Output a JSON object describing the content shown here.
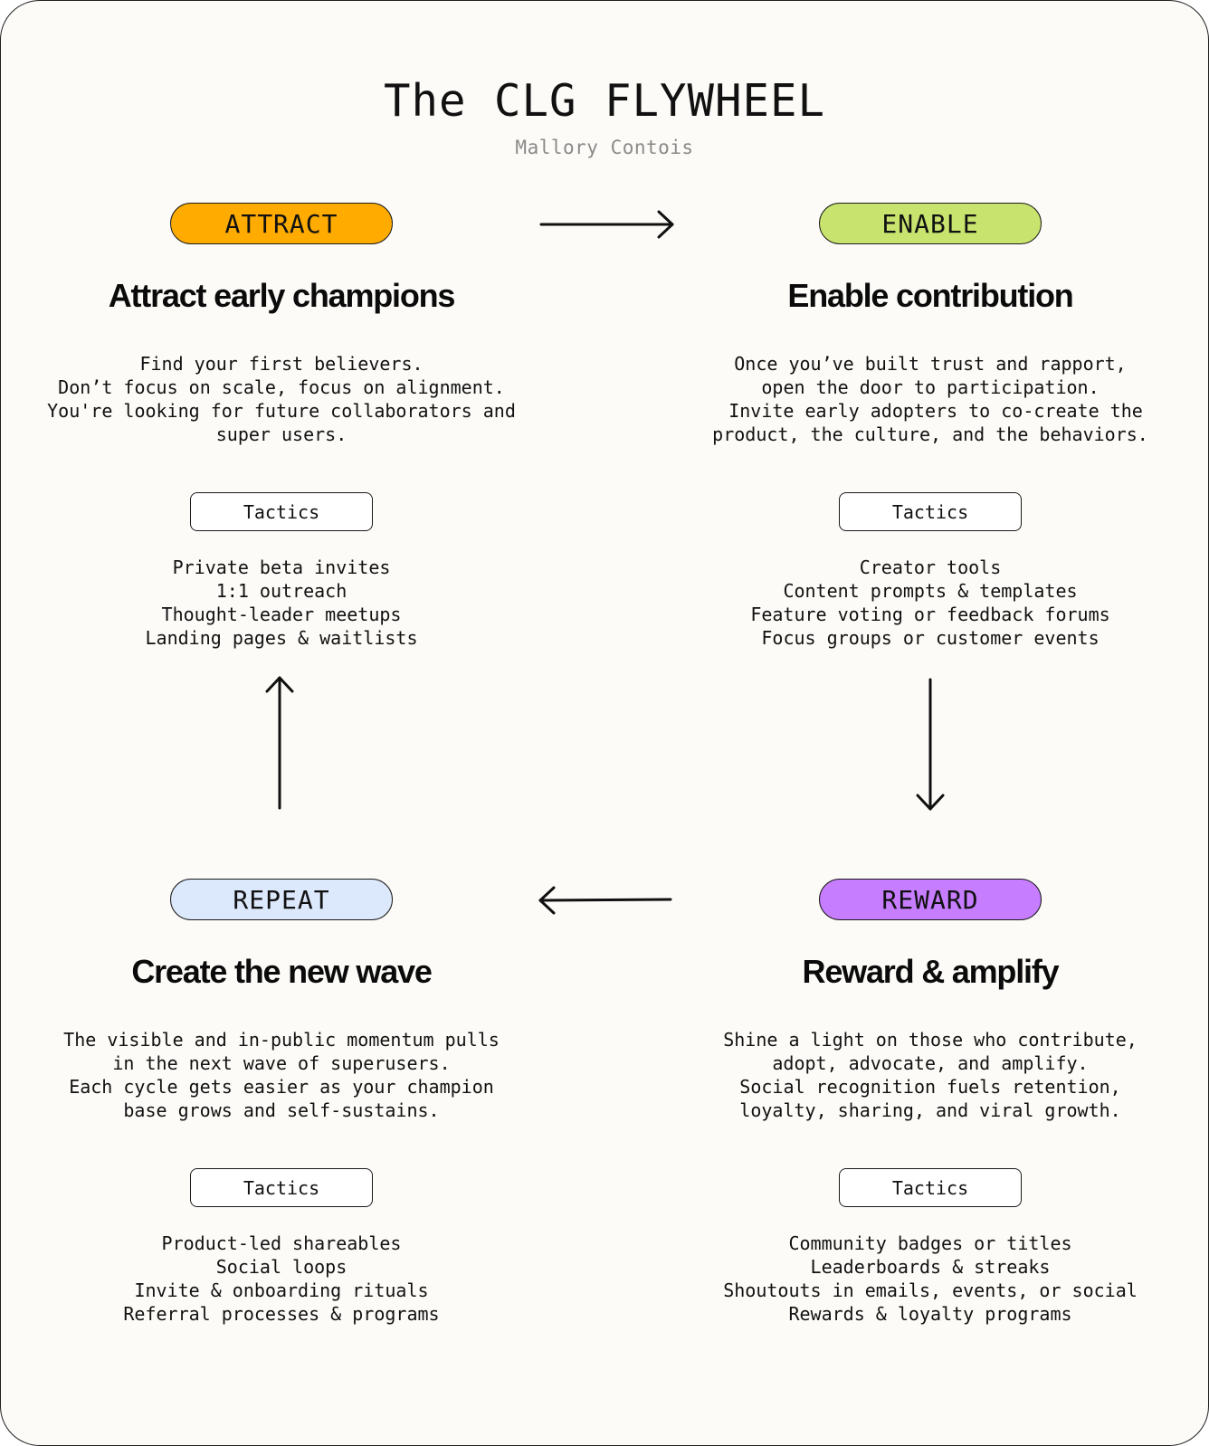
{
  "header": {
    "title": "The CLG FLYWHEEL",
    "author": "Mallory Contois"
  },
  "colors": {
    "attract": "#ffab00",
    "enable": "#c8e46e",
    "repeat": "#dce8fb",
    "reward": "#c77dff"
  },
  "stages": {
    "attract": {
      "pill": "ATTRACT",
      "heading": "Attract early champions",
      "description": "Find your first believers.\nDon’t focus on scale, focus on alignment.\nYou're looking for future collaborators and\nsuper users.",
      "tactics_label": "Tactics",
      "tactics": [
        "Private beta invites",
        "1:1 outreach",
        "Thought-leader meetups",
        "Landing pages & waitlists"
      ]
    },
    "enable": {
      "pill": "ENABLE",
      "heading": "Enable contribution",
      "description": "Once you’ve built trust and rapport,\nopen the door to participation.\n Invite early adopters to co-create the\nproduct, the culture, and the behaviors.",
      "tactics_label": "Tactics",
      "tactics": [
        "Creator tools",
        "Content prompts & templates",
        "Feature voting or feedback forums",
        "Focus groups or customer events"
      ]
    },
    "repeat": {
      "pill": "REPEAT",
      "heading": "Create the new wave",
      "description": "The visible and in-public momentum pulls\nin the next wave of superusers.\nEach cycle gets easier as your champion\nbase grows and self-sustains.",
      "tactics_label": "Tactics",
      "tactics": [
        "Product-led shareables",
        "Social loops",
        "Invite & onboarding rituals",
        "Referral processes & programs"
      ]
    },
    "reward": {
      "pill": "REWARD",
      "heading": "Reward & amplify",
      "description": "Shine a light on those who contribute,\nadopt, advocate, and amplify.\nSocial recognition fuels retention,\nloyalty, sharing, and viral growth.",
      "tactics_label": "Tactics",
      "tactics": [
        "Community badges or titles",
        "Leaderboards & streaks",
        "Shoutouts in emails, events, or social",
        "Rewards & loyalty programs"
      ]
    }
  }
}
